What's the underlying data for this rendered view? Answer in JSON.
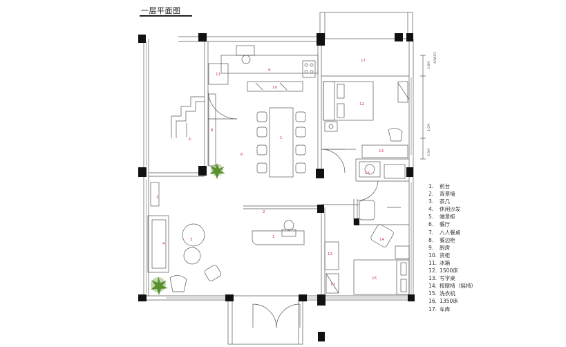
{
  "title": "一层平面图",
  "legend": [
    {
      "num": "1.",
      "label": "前台"
    },
    {
      "num": "2.",
      "label": "背景墙"
    },
    {
      "num": "3.",
      "label": "茶几"
    },
    {
      "num": "4.",
      "label": "休闲沙发"
    },
    {
      "num": "5.",
      "label": "端景柜"
    },
    {
      "num": "6.",
      "label": "餐厅"
    },
    {
      "num": "7.",
      "label": "八人餐桌"
    },
    {
      "num": "8.",
      "label": "餐边柜"
    },
    {
      "num": "9.",
      "label": "厨房"
    },
    {
      "num": "10.",
      "label": "货柜"
    },
    {
      "num": "11.",
      "label": "冰箱"
    },
    {
      "num": "12.",
      "label": "1500床"
    },
    {
      "num": "13.",
      "label": "写字桌"
    },
    {
      "num": "14.",
      "label": "按摩椅（摇椅）"
    },
    {
      "num": "15.",
      "label": "洗衣机"
    },
    {
      "num": "16.",
      "label": "1350床"
    },
    {
      "num": "17.",
      "label": "车库"
    }
  ],
  "room_labels": {
    "r1a": "1",
    "r1b": "1",
    "r2": "2",
    "r3a": "3",
    "r3b": "3",
    "r4": "4",
    "r6": "6",
    "r8": "8",
    "r9": "9",
    "r10": "10",
    "r11": "11",
    "r12": "12",
    "r13a": "13",
    "r13b": "13",
    "r14": "14",
    "r15": "15",
    "r16": "16",
    "r17a": "17",
    "r17b": "17",
    "stair": "上"
  },
  "dimensions": {
    "d1": "2.8M",
    "d2": "1.0M",
    "d3": "0.5M",
    "d4": "ARWIFE"
  },
  "colors": {
    "wall": "#111111",
    "line": "#555555",
    "label": "#cc3344",
    "plant": "#5a8f2e"
  }
}
